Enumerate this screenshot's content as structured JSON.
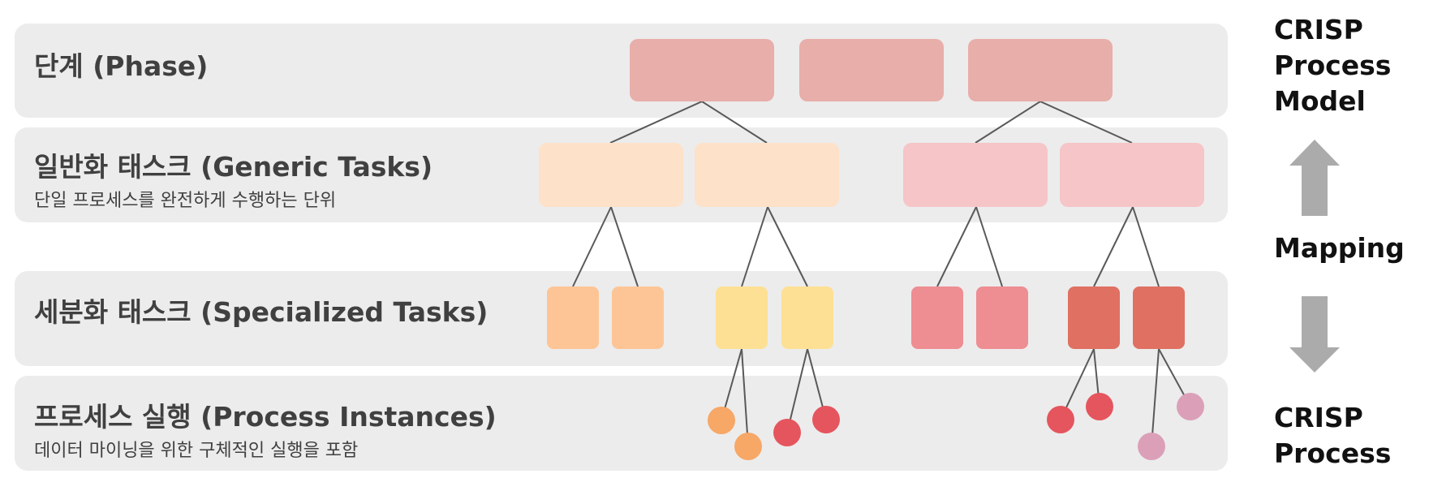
{
  "levels": [
    {
      "title": "단계 (Phase)",
      "subtitle": ""
    },
    {
      "title": "일반화 태스크 (Generic Tasks)",
      "subtitle": "단일 프로세스를 완전하게 수행하는 단위"
    },
    {
      "title": "세분화 태스크 (Specialized Tasks)",
      "subtitle": ""
    },
    {
      "title": "프로세스 실행 (Process Instances)",
      "subtitle": "데이터 마이닝을 위한 구체적인 실행을 포함"
    }
  ],
  "side": {
    "top_line1": "CRISP",
    "top_line2": "Process",
    "top_line3": "Model",
    "middle": "Mapping",
    "bottom_line1": "CRISP",
    "bottom_line2": "Process"
  },
  "colors": {
    "band_bg": "#ececec",
    "phase": "#e8aeaa",
    "generic_peach": "#fde1c9",
    "generic_pink": "#f6c5c8",
    "special_orange": "#fdc596",
    "special_yellow": "#fde093",
    "special_pink": "#ee8d92",
    "special_red": "#e07062",
    "inst_orange": "#f7a766",
    "inst_red": "#e5555e",
    "inst_mauve": "#dba0b8",
    "connector": "#595959",
    "arrow": "#ababab"
  }
}
